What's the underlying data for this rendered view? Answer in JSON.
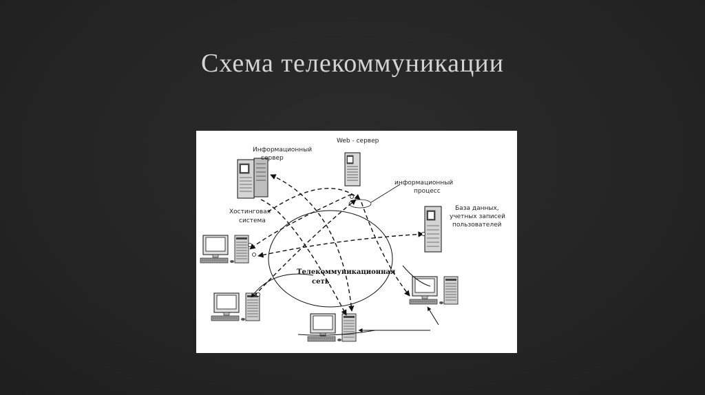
{
  "slide": {
    "title": "Схема телекоммуникации"
  },
  "diagram": {
    "labels": {
      "info_server_line1": "Информационный",
      "info_server_line2": "сервер",
      "web_server": "Web - сервер",
      "info_process_line1": "информационный",
      "info_process_line2": "процесс",
      "hosting_line1": "Хостинговая",
      "hosting_line2": "система",
      "database_line1": "База данных,",
      "database_line2": "учетных записей",
      "database_line3": "пользователей",
      "network_line1": "Телекоммуникационная",
      "network_line2": "сеть"
    },
    "nodes": [
      {
        "name": "info-server",
        "type": "server-rack"
      },
      {
        "name": "web-server",
        "type": "server-tower"
      },
      {
        "name": "database-server",
        "type": "server-tower"
      },
      {
        "name": "workstation-left",
        "type": "computer"
      },
      {
        "name": "workstation-bottom-left",
        "type": "computer"
      },
      {
        "name": "workstation-bottom",
        "type": "computer"
      },
      {
        "name": "workstation-right",
        "type": "computer"
      }
    ],
    "colors": {
      "background": "#ffffff",
      "stroke": "#111111",
      "slide_bg": "#262626",
      "title": "#d4d4d4"
    }
  }
}
